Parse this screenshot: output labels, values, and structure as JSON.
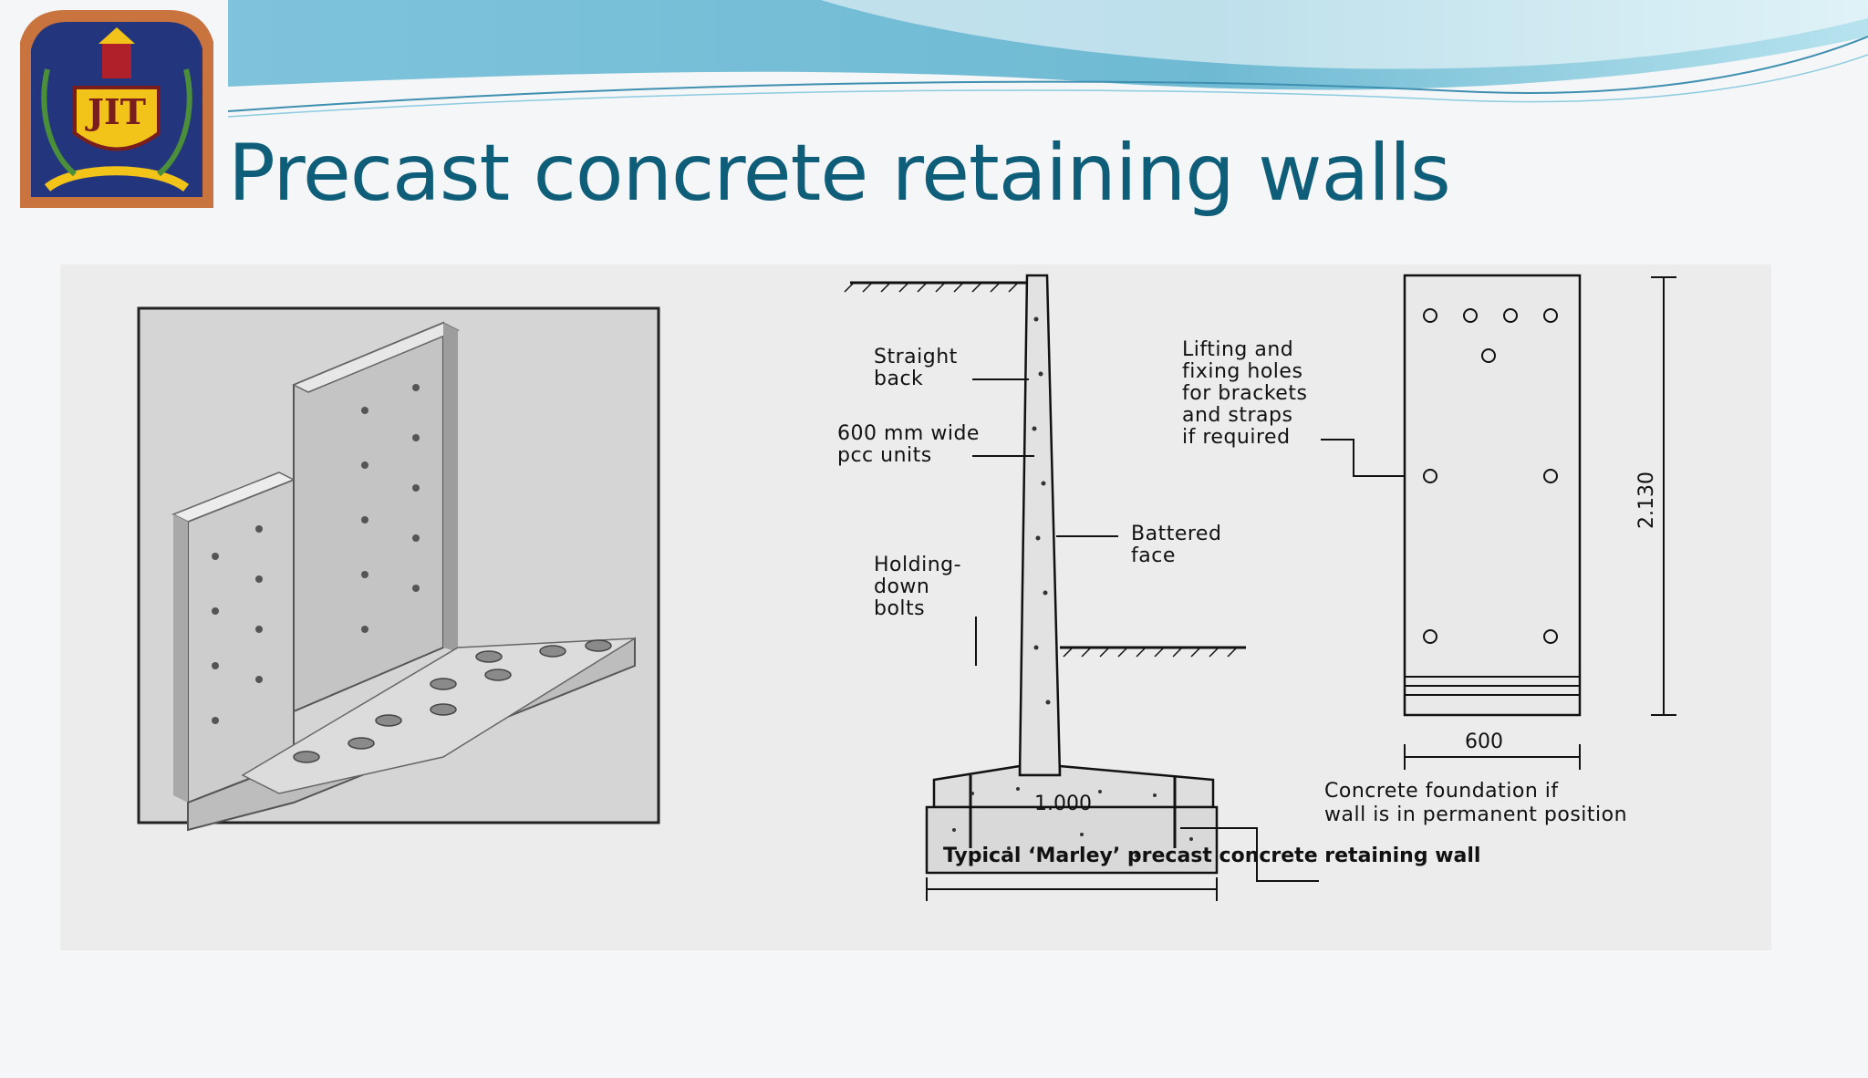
{
  "slide": {
    "title": "Precast concrete retaining walls",
    "logo_text": "JIT"
  },
  "figure": {
    "labels": {
      "straight_back": [
        "Straight",
        "back"
      ],
      "pcc_units": [
        "600 mm wide",
        "pcc units"
      ],
      "holding_down_bolts": [
        "Holding-",
        "down",
        "bolts"
      ],
      "lifting_holes": [
        "Lifting and",
        "fixing holes",
        "for brackets",
        "and straps",
        "if required"
      ],
      "battered_face": [
        "Battered",
        "face"
      ],
      "concrete_foundation": [
        "Concrete foundation if",
        "wall is in permanent position"
      ]
    },
    "dimensions": {
      "base_width": "1.000",
      "unit_width": "600",
      "wall_height": "2.130"
    },
    "caption": "Typical ‘Marley’ precast concrete retaining wall"
  },
  "colors": {
    "title": "#0f5e79",
    "wave_dark": "#5fb7cf",
    "wave_light": "#a9dbe9",
    "logo_frame": "#c9743e",
    "logo_field": "#23357d"
  }
}
